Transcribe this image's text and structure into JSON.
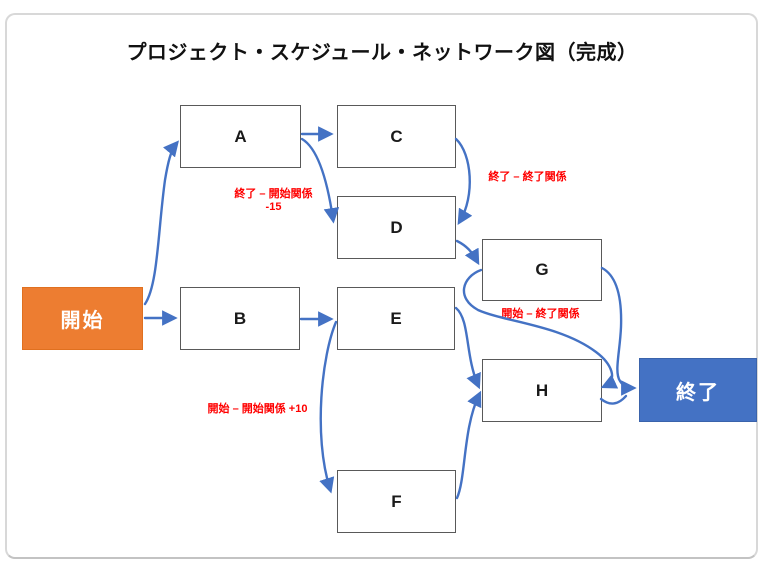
{
  "title": "プロジェクト・スケジュール・ネットワーク図（完成）",
  "nodes": {
    "start": "開始",
    "end": "終了",
    "a": "A",
    "b": "B",
    "c": "C",
    "d": "D",
    "e": "E",
    "f": "F",
    "g": "G",
    "h": "H"
  },
  "relation_labels": {
    "finish_start": {
      "line1": "終了 – 開始関係",
      "line2": "-15"
    },
    "finish_finish": "終了 – 終了関係",
    "start_finish": "開始 – 終了関係",
    "start_start": "開始 – 開始関係 +10"
  },
  "colors": {
    "arrow_blue": "#4472C4",
    "start_node_fill": "#ED7D31",
    "end_node_fill": "#4472C4",
    "relation_label_red": "#FF0000",
    "node_border_gray": "#595959"
  }
}
